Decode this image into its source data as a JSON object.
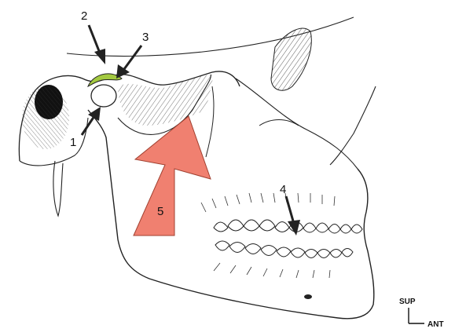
{
  "labels": {
    "l1": "1",
    "l2": "2",
    "l3": "3",
    "l4": "4",
    "l5": "5"
  },
  "orientation": {
    "superior": "SUP",
    "anterior": "ANT"
  },
  "colors": {
    "disc_highlight": "#a3c940",
    "force_arrow": "#f08070",
    "force_arrow_stroke": "#a04030",
    "line_art": "#222222"
  },
  "icons": {
    "pointer_arrows": "arrow-icon",
    "force_arrow": "big-up-arrow-icon",
    "axis": "orientation-axes-icon"
  }
}
